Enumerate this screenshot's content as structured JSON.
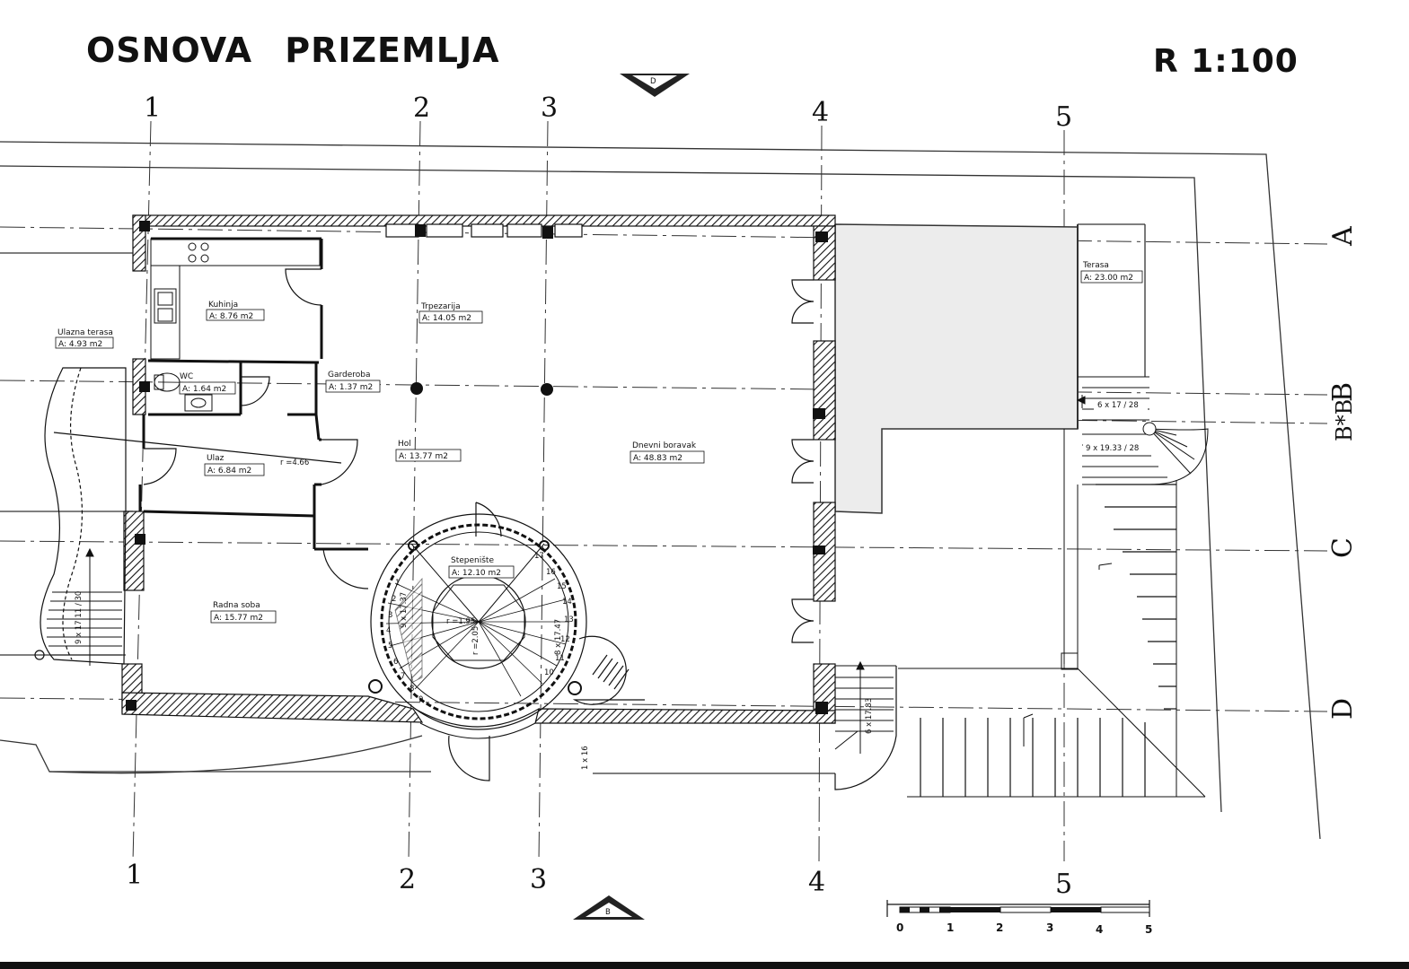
{
  "drawing": {
    "title": "OSNOVA PRIZEMLJA",
    "scale": "R 1:100",
    "section_top": "D",
    "section_bottom": "B"
  },
  "axes": {
    "vertical": [
      "1",
      "2",
      "3",
      "4",
      "5"
    ],
    "horizontal": [
      "A",
      "B",
      "B*B",
      "C",
      "D"
    ]
  },
  "rooms": [
    {
      "name": "Kuhinja",
      "area": "A: 8.76 m2"
    },
    {
      "name": "Trpezarija",
      "area": "A: 14.05 m2"
    },
    {
      "name": "WC",
      "area": "A: 1.64 m2"
    },
    {
      "name": "Garderoba",
      "area": "A: 1.37 m2"
    },
    {
      "name": "Ulazna terasa",
      "area": "A: 4.93 m2"
    },
    {
      "name": "Hol",
      "area": "A: 13.77 m2"
    },
    {
      "name": "Dnevni boravak",
      "area": "A: 48.83 m2"
    },
    {
      "name": "Ulaz",
      "area": "A: 6.84 m2"
    },
    {
      "name": "Stepenište",
      "area": "A: 12.10 m2"
    },
    {
      "name": "Radna soba",
      "area": "A: 15.77 m2"
    },
    {
      "name": "Terasa",
      "area": "A: 23.00 m2"
    }
  ],
  "annotations": {
    "stair_terrace_upper": "6 x 17 / 28",
    "stair_terrace_lower": "9 x 19.33 / 28",
    "stair_entry": "9 x 17.11 / 30",
    "stair_garden": "6 x 17.83",
    "step_single": "1 x 16",
    "spiral_steps_left": "9 x 17.37",
    "spiral_steps_right": "8 x 17.47",
    "radius_outer": "r =2.05",
    "radius_inner": "r =1.95",
    "radius_entry": "r =4.66"
  },
  "stair_numbers": [
    "1",
    "2",
    "3",
    "4",
    "5",
    "6",
    "7",
    "8",
    "9",
    "10",
    "11",
    "12",
    "13",
    "14",
    "15",
    "16",
    "17"
  ],
  "scale_bar": {
    "ticks": [
      "0",
      "1",
      "2",
      "3",
      "4",
      "5"
    ]
  }
}
